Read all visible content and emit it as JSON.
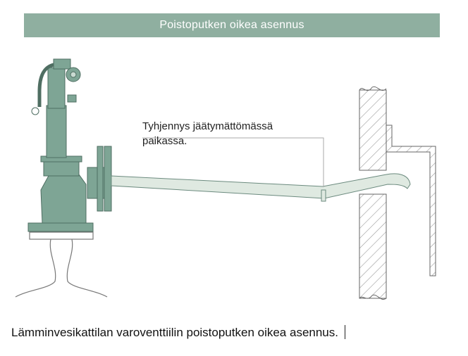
{
  "header": {
    "title": "Poistoputken oikea asennus"
  },
  "diagram": {
    "callout": "Tyhjennys jäätymättömässä\npaikassa."
  },
  "caption": {
    "text": "Lämminvesikattilan varoventtiilin poistoputken oikea asennus."
  },
  "colors": {
    "header_bg": "#8fafa0",
    "valve": "#7ea595",
    "pipe": "#dfe9e1",
    "wall_hatch": "#9a9a9a"
  }
}
